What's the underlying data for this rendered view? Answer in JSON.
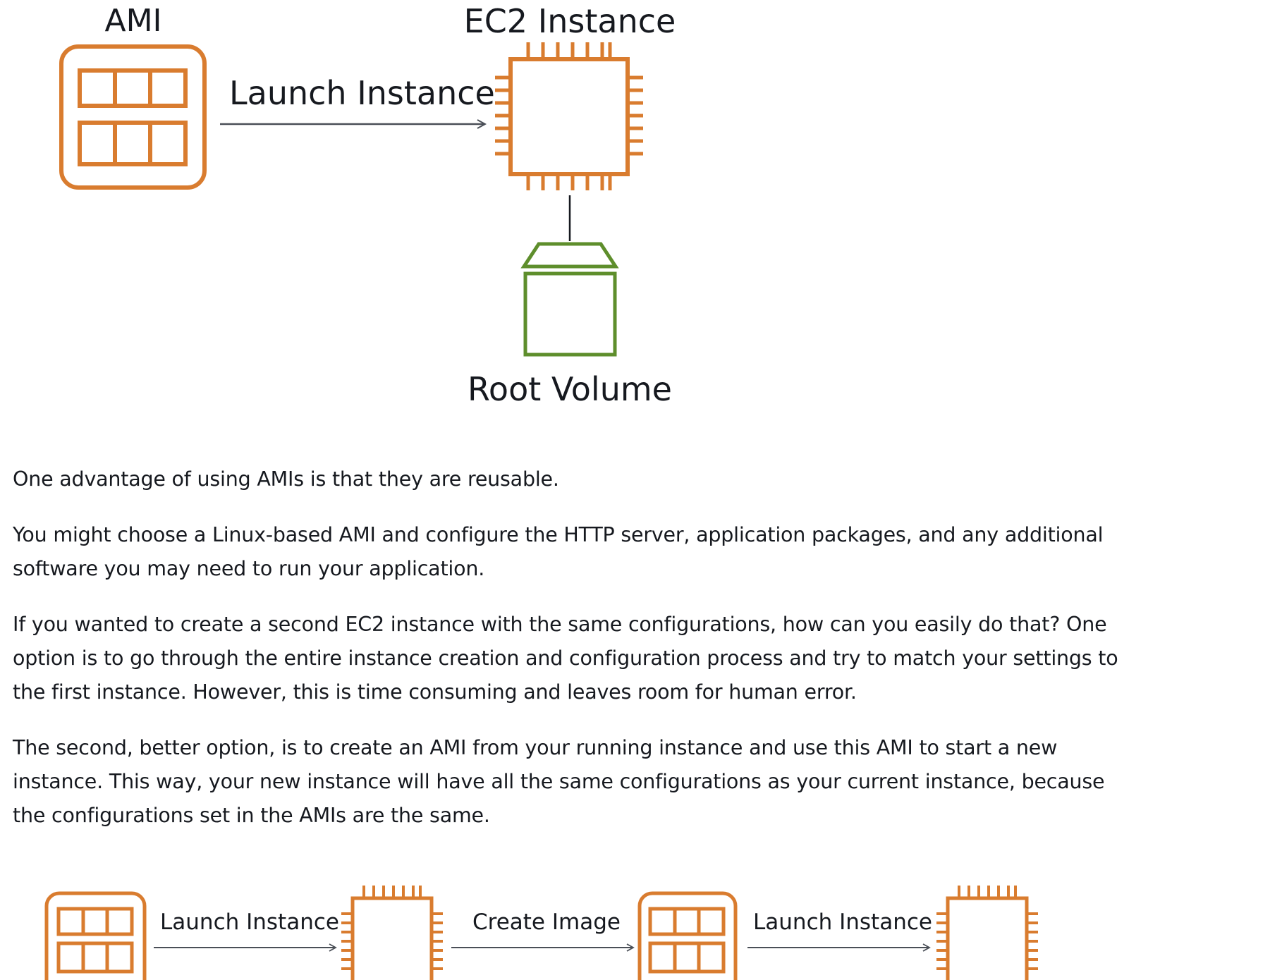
{
  "top_diagram": {
    "ami_label": "AMI",
    "arrow_label": "Launch Instance",
    "instance_label": "EC2 Instance",
    "volume_label": "Root Volume",
    "colors": {
      "compute": "#d97c2f",
      "storage": "#5e8e2c",
      "arrow": "#4a4f57"
    }
  },
  "paragraphs": [
    "One advantage of using AMIs is that they are reusable.",
    "You might choose a Linux-based AMI and configure the HTTP server, application packages, and any additional software you may need to run your application.",
    "If you wanted to create a second EC2 instance with the same configurations, how can you easily do that? One option is to go through the entire instance creation and configuration process and try to match your settings to the first instance. However, this is time consuming and leaves room for human error.",
    "The second, better option, is to create an AMI from your running instance and use this AMI to start a new instance. This way, your new instance will have all the same configurations as your current instance, because the configurations set in the AMIs are the same."
  ],
  "bottom_diagram": {
    "step1_label": "Launch Instance",
    "step2_label": "Create Image",
    "step3_label": "Launch Instance"
  }
}
